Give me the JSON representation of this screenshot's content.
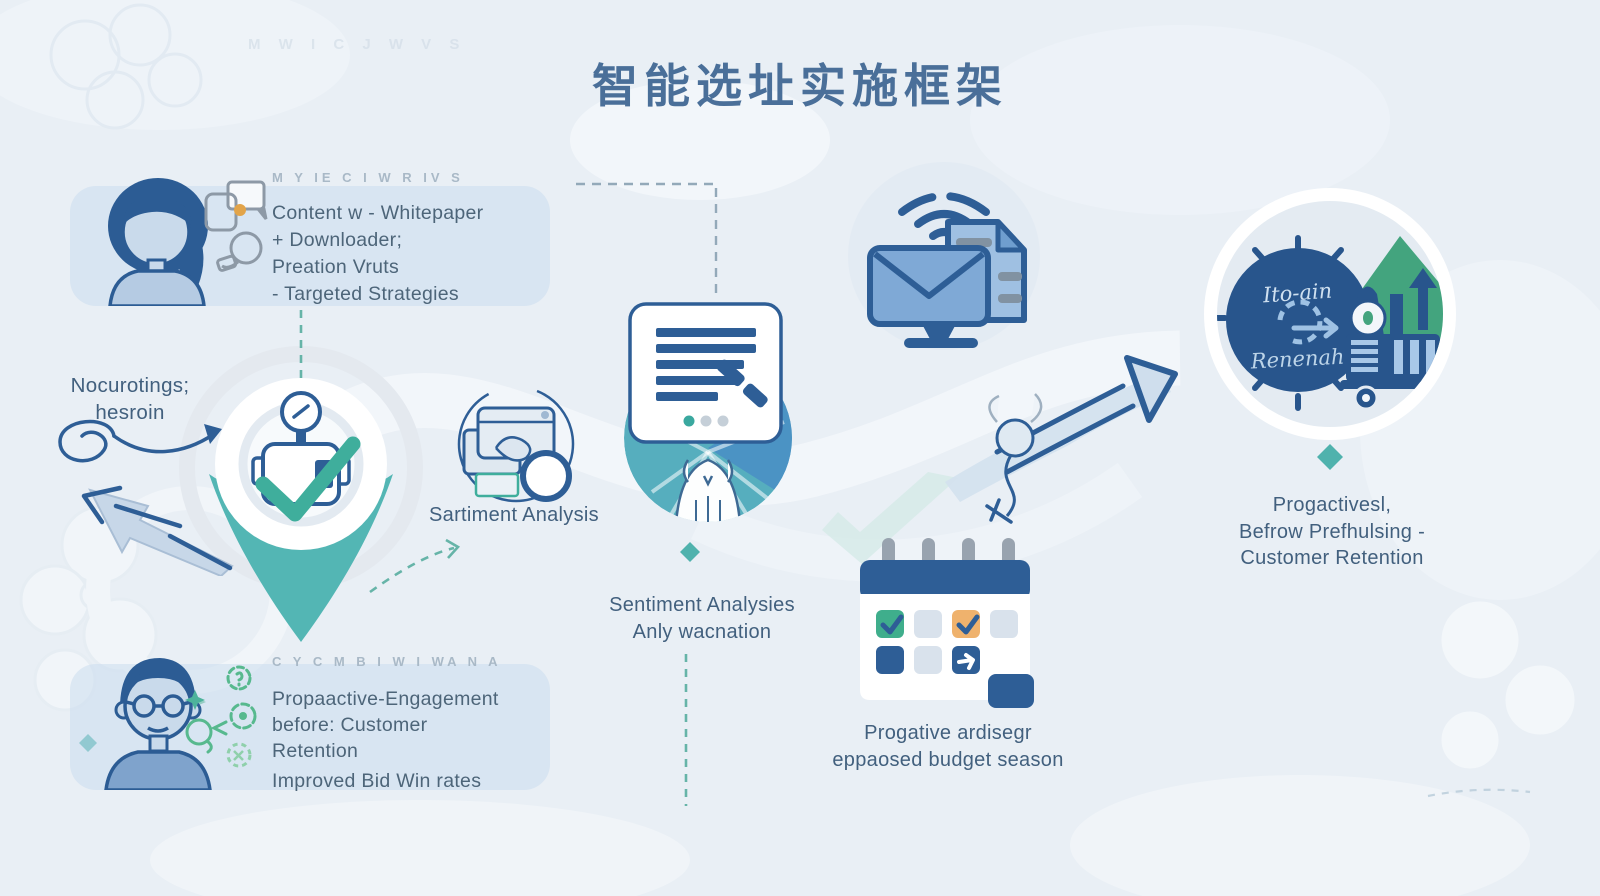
{
  "title": "智能选址实施框架",
  "top_watermark": "M W I C J  W V S",
  "top_left_card": {
    "header": "M Y IE C I W R IV S",
    "line1": "Content w - Whitepaper",
    "line2": "+ Downloader;",
    "line3": "Preation Vruts",
    "line4": "- Targeted Strategies"
  },
  "left_note": {
    "line1": "Nocurotings;",
    "line2": "hesroin"
  },
  "sentiment_label": "Sartiment Analysis",
  "center_note": {
    "line1": "Sentiment Analysies",
    "line2": "Anly wacnation"
  },
  "calendar_note": {
    "line1": "Progative ardisegr",
    "line2": "eppaosed budget season"
  },
  "right_note": {
    "line1": "Progactivesl,",
    "line2": "Befrow Prefhulsing -",
    "line3": "Customer Retention"
  },
  "bottom_left_card": {
    "header": "C Y C M B I W I WA N A",
    "line1": "Propaactive-Engagement",
    "line2": "before: Customer",
    "line3": "Retention",
    "line4": "Improved Bid Win rates"
  },
  "clock": {
    "top_text": "Ito-ain",
    "bottom_text": "Renenah"
  },
  "colors": {
    "background": "#e9eff5",
    "title_blue": "#4a6f99",
    "primary_blue": "#2e5e96",
    "teal": "#4fb2ad",
    "green": "#43a47e",
    "orange": "#efb26d",
    "text": "#44607e"
  },
  "icons": [
    "woman-avatar",
    "chat-bubbles",
    "location-pin-check",
    "browser-magnifier",
    "document-annotation",
    "figure-rays",
    "email-monitor-wifi",
    "calendar-schedule",
    "clock-truck-growth-chart",
    "man-avatar",
    "gear-doodles"
  ]
}
